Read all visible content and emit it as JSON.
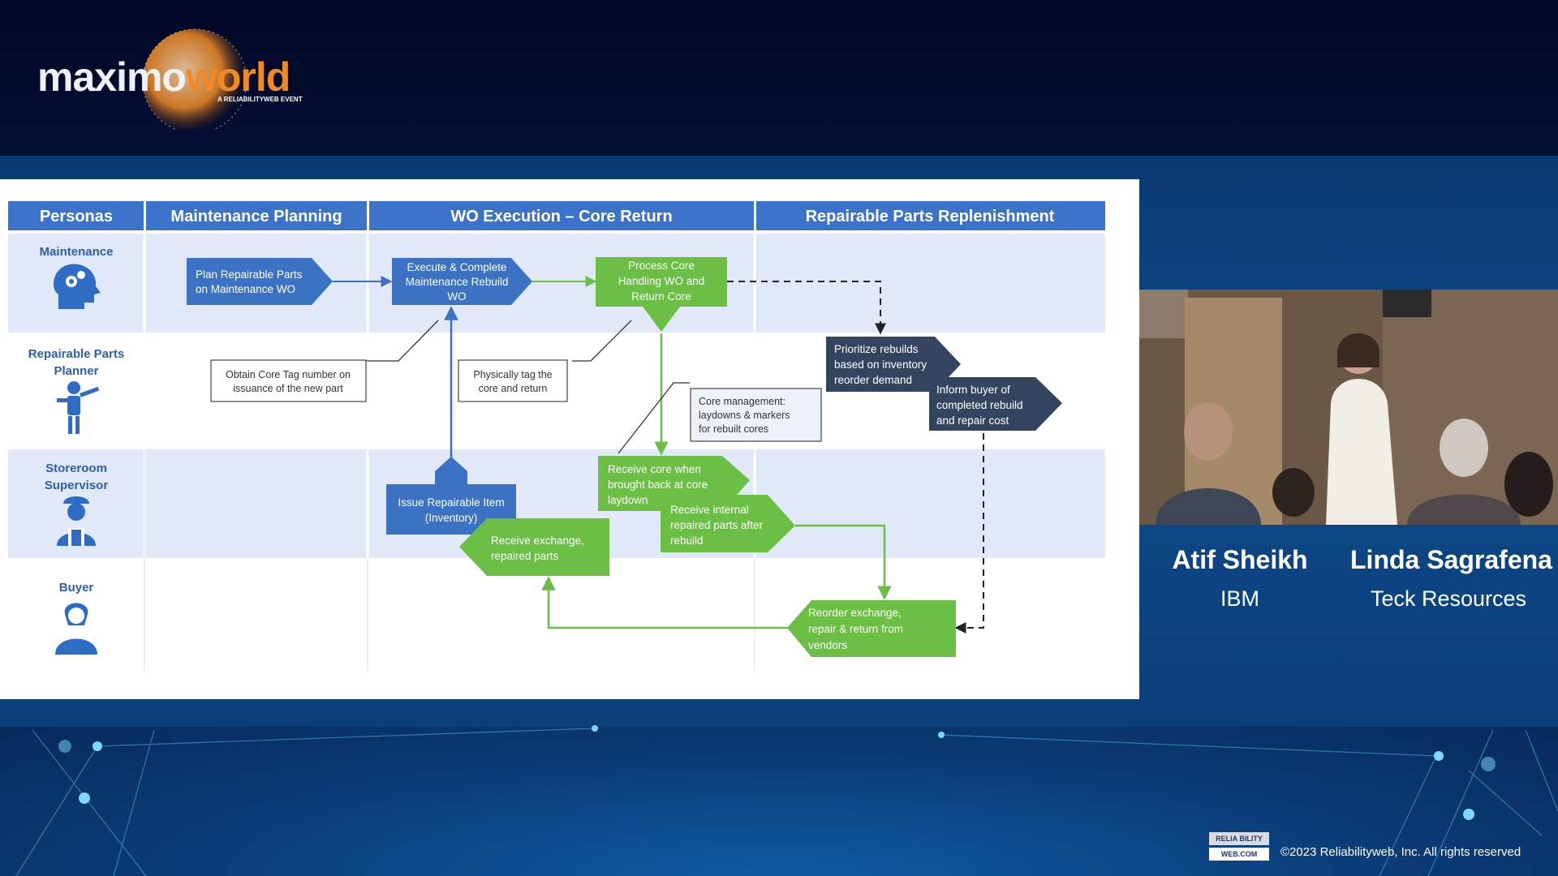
{
  "branding": {
    "logo_text_white": "maximo",
    "logo_text_orange": "world",
    "logo_sub": "A RELIABILITYWEB EVENT",
    "rw_logo_line1": "RELIA BILITY",
    "rw_logo_line2": "WEB.COM",
    "copyright": "©2023 Reliabilityweb, Inc. All rights reserved"
  },
  "speakers": [
    {
      "name": "Atif Sheikh",
      "org": "IBM"
    },
    {
      "name": "Linda Sagrafena",
      "org": "Teck Resources"
    }
  ],
  "diagram": {
    "headers": [
      "Personas",
      "Maintenance Planning",
      "WO Execution – Core Return",
      "Repairable Parts Replenishment"
    ],
    "personas": {
      "maintenance": "Maintenance",
      "planner_line1": "Repairable Parts",
      "planner_line2": "Planner",
      "storeroom_line1": "Storeroom",
      "storeroom_line2": "Supervisor",
      "buyer": "Buyer"
    },
    "steps": {
      "plan": [
        "Plan  Repairable Parts",
        "on Maintenance WO"
      ],
      "execute": [
        "Execute & Complete",
        "Maintenance Rebuild",
        "WO"
      ],
      "process": [
        "Process Core",
        "Handling WO and",
        "Return Core"
      ],
      "prioritize": [
        "Prioritize rebuilds",
        "based on inventory",
        "reorder demand"
      ],
      "inform": [
        "Inform buyer of",
        "completed rebuild",
        "and repair cost"
      ],
      "issue": [
        "Issue Repairable Item",
        "(Inventory)"
      ],
      "receive_core": [
        "Receive core when",
        "brought back at core",
        "laydown"
      ],
      "receive_internal": [
        "Receive internal",
        "repaired parts after",
        "rebuild"
      ],
      "receive_exchange": [
        "Receive exchange,",
        "repaired parts"
      ],
      "reorder": [
        "Reorder exchange,",
        "repair & return from",
        "vendors"
      ]
    },
    "callouts": {
      "obtain": [
        "Obtain Core Tag number on",
        "issuance of the new part"
      ],
      "tag": [
        "Physically tag the",
        "core and return"
      ],
      "core_mgmt": [
        "Core management:",
        "laydowns & markers",
        "for rebuilt cores"
      ]
    },
    "colors": {
      "header_blue": "#3a73c9",
      "step_blue": "#3b72c4",
      "step_green": "#6cbf45",
      "step_navy": "#33455e",
      "lane_light": "#e1e8f8"
    }
  }
}
